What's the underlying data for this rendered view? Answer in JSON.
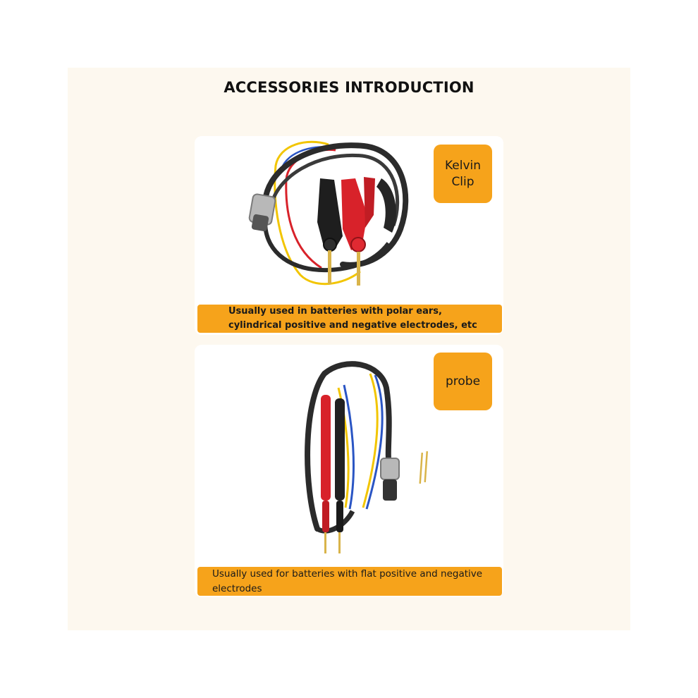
{
  "page": {
    "title": "ACCESSORIES INTRODUCTION"
  },
  "kelvin": {
    "tag": "Kelvin\nClip",
    "caption_line1": "Usually used in batteries with polar ears,",
    "caption_line2": "cylindrical positive and negative electrodes, etc"
  },
  "probe": {
    "tag": "probe",
    "caption_line1": "Usually used for batteries with flat positive and negative",
    "caption_line2": "electrodes"
  },
  "colors": {
    "accent": "#f6a31b",
    "background": "#fdf8ef",
    "panel": "#ffffff",
    "cable": "#2b2b2b",
    "red": "#d8222a",
    "yellow": "#f2c500",
    "blue": "#2a55c4",
    "metal": "#b8b8b8",
    "gold": "#d9b44a"
  }
}
